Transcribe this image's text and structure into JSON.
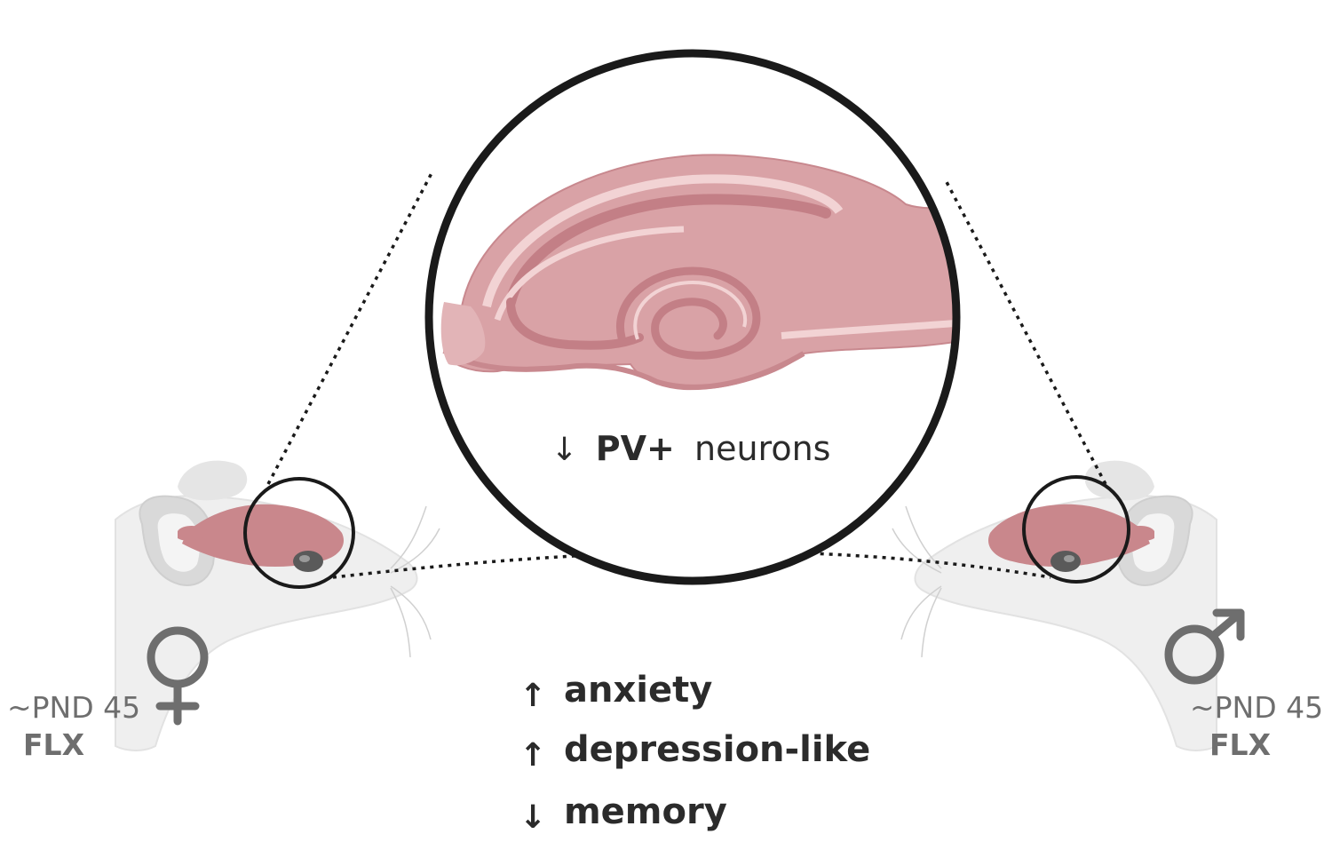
{
  "colors": {
    "tissue_fill": "#d9a2a6",
    "tissue_dark": "#c37f86",
    "tissue_light": "#f2d3d4",
    "rat_fill": "#efefef",
    "rat_shadow": "#dcdcdc",
    "outline": "#1a1a1a",
    "symbol": "#6e6e6e",
    "text_dark": "#2b2b2b",
    "text_gray": "#6e6e6e"
  },
  "zoom_label": {
    "arrow": "↓",
    "marker": "PV+",
    "text": "neurons"
  },
  "left_animal": {
    "sex_symbol": "female-symbol",
    "age": "~PND 45",
    "treatment": "FLX"
  },
  "right_animal": {
    "sex_symbol": "male-symbol",
    "age": "~PND 45",
    "treatment": "FLX"
  },
  "outcomes": [
    {
      "arrow": "↑",
      "label": "anxiety"
    },
    {
      "arrow": "↑",
      "label": "depression-like"
    },
    {
      "arrow": "↓",
      "label": "memory"
    }
  ]
}
